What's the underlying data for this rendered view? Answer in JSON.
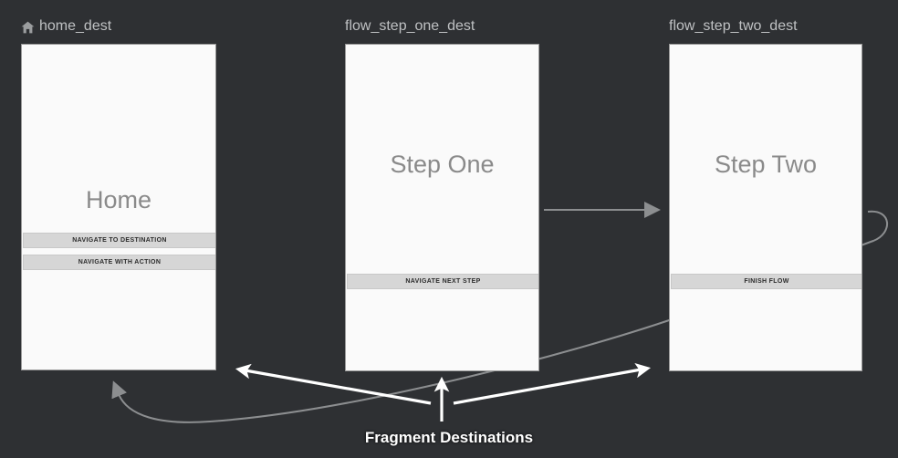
{
  "canvas": {
    "background_color": "#2e3033",
    "caption": "Fragment Destinations"
  },
  "destinations": [
    {
      "id": "home_dest",
      "label": "home_dest",
      "icon": "home-icon",
      "is_start_destination": true,
      "screen_title": "Home",
      "buttons": [
        "NAVIGATE TO DESTINATION",
        "NAVIGATE WITH ACTION"
      ]
    },
    {
      "id": "flow_step_one_dest",
      "label": "flow_step_one_dest",
      "icon": null,
      "is_start_destination": false,
      "screen_title": "Step One",
      "buttons": [
        "NAVIGATE NEXT STEP"
      ]
    },
    {
      "id": "flow_step_two_dest",
      "label": "flow_step_two_dest",
      "icon": null,
      "is_start_destination": false,
      "screen_title": "Step Two",
      "buttons": [
        "FINISH FLOW"
      ]
    }
  ],
  "connectors": {
    "color": "#8c8e90",
    "edges": [
      {
        "name": "step-one-to-step-two",
        "from": "flow_step_one_dest",
        "to": "flow_step_two_dest"
      },
      {
        "name": "step-two-to-home",
        "from": "flow_step_two_dest",
        "to": "home_dest"
      }
    ]
  },
  "callouts": {
    "color": "#ffffff",
    "targets": [
      "home_dest",
      "flow_step_one_dest",
      "flow_step_two_dest"
    ]
  },
  "colors": {
    "canvas_background": "#2e3033",
    "card_background": "#fafafa",
    "card_border": "#9a9a9a",
    "node_label_text": "#bfc1c3",
    "screen_title_text": "#8a8a8a",
    "button_fill": "#d6d6d6",
    "button_text": "#2b2b2b",
    "connector_gray": "#8c8e90",
    "callout_white": "#ffffff"
  }
}
